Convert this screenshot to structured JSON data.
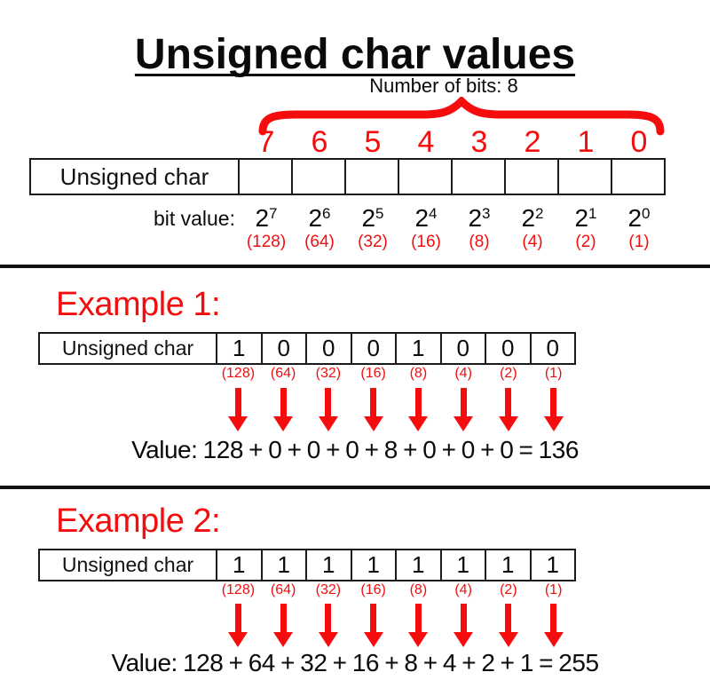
{
  "colors": {
    "accent_red": "#f50d0d",
    "text_black": "#0a0a0a"
  },
  "page": {
    "title": "Unsigned char values"
  },
  "reference": {
    "bits_caption": "Number of bits: 8",
    "row_label": "Unsigned char",
    "bit_value_label": "bit value:",
    "bit_indices": [
      "7",
      "6",
      "5",
      "4",
      "3",
      "2",
      "1",
      "0"
    ],
    "powers": [
      {
        "base": "2",
        "exp": "7"
      },
      {
        "base": "2",
        "exp": "6"
      },
      {
        "base": "2",
        "exp": "5"
      },
      {
        "base": "2",
        "exp": "4"
      },
      {
        "base": "2",
        "exp": "3"
      },
      {
        "base": "2",
        "exp": "2"
      },
      {
        "base": "2",
        "exp": "1"
      },
      {
        "base": "2",
        "exp": "0"
      }
    ],
    "weights": [
      "(128)",
      "(64)",
      "(32)",
      "(16)",
      "(8)",
      "(4)",
      "(2)",
      "(1)"
    ]
  },
  "example1": {
    "heading": "Example 1:",
    "row_label": "Unsigned char",
    "bits": [
      "1",
      "0",
      "0",
      "0",
      "1",
      "0",
      "0",
      "0"
    ],
    "weights": [
      "(128)",
      "(64)",
      "(32)",
      "(16)",
      "(8)",
      "(4)",
      "(2)",
      "(1)"
    ],
    "value_line": "Value: 128 + 0 + 0 + 0 + 8 + 0 + 0 + 0 = 136"
  },
  "example2": {
    "heading": "Example 2:",
    "row_label": "Unsigned char",
    "bits": [
      "1",
      "1",
      "1",
      "1",
      "1",
      "1",
      "1",
      "1"
    ],
    "weights": [
      "(128)",
      "(64)",
      "(32)",
      "(16)",
      "(8)",
      "(4)",
      "(2)",
      "(1)"
    ],
    "value_line": "Value: 128 + 64 + 32 + 16 + 8 + 4 + 2 + 1 = 255"
  }
}
